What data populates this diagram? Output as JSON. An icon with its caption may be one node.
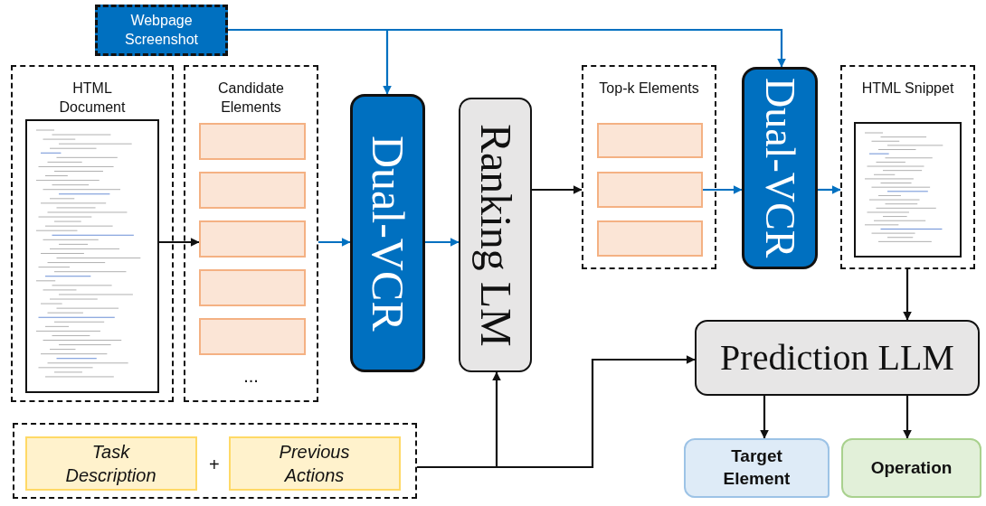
{
  "diagram": {
    "nodes": [
      {
        "text": [
          "Webpage Screenshot"
        ]
      },
      {
        "text": [
          "HTML Document"
        ]
      },
      {
        "text": [],
        "shape": "picture",
        "in": 1
      },
      {
        "text": [
          "Candidate Elements",
          "..."
        ]
      },
      {
        "text": [],
        "shape": "box",
        "in": 3
      },
      {
        "text": [],
        "shape": "box",
        "in": 3
      },
      {
        "text": [],
        "shape": "box",
        "in": 3
      },
      {
        "text": [],
        "shape": "box",
        "in": 3
      },
      {
        "text": [],
        "shape": "box",
        "in": 3
      },
      {
        "text": [
          "Dual-VCR"
        ]
      },
      {
        "text": [
          "Ranking LM"
        ]
      },
      {
        "text": [
          "Top-k Elements"
        ]
      },
      {
        "text": [],
        "shape": "box",
        "in": 11
      },
      {
        "text": [],
        "shape": "box",
        "in": 11
      },
      {
        "text": [],
        "shape": "box",
        "in": 11
      },
      {
        "text": [
          "Dual-VCR"
        ]
      },
      {
        "text": [
          "HTML Snippet"
        ]
      },
      {
        "text": [],
        "shape": "picture",
        "in": 16
      },
      {
        "text": [
          "Prediction LLM"
        ]
      },
      {
        "text": [],
        "shape": "box"
      },
      {
        "text": [
          "Task Description"
        ],
        "in": 19
      },
      {
        "text": [
          "Previous Actions"
        ],
        "in": 19
      },
      {
        "text": [
          "Target Element"
        ]
      },
      {
        "text": [
          "Operation"
        ]
      }
    ],
    "edges": [
      {
        "from": 0,
        "to": 9,
        "arrow": "to",
        "color": "#0070c0"
      },
      {
        "from": 0,
        "to": 15,
        "arrow": "to",
        "color": "#0070c0"
      },
      {
        "from": 2,
        "to": 6,
        "arrow": "to"
      },
      {
        "from": 3,
        "to": 9,
        "arrow": "to",
        "color": "#0070c0"
      },
      {
        "from": 9,
        "to": 10,
        "arrow": "to",
        "color": "#0070c0"
      },
      {
        "from": 10,
        "to": 11,
        "arrow": "to"
      },
      {
        "from": 13,
        "to": 15,
        "arrow": "to",
        "color": "#0070c0"
      },
      {
        "from": 15,
        "to": 16,
        "arrow": "to",
        "color": "#0070c0"
      },
      {
        "from": 16,
        "to": 18,
        "arrow": "to"
      },
      {
        "from": 19,
        "to": 10,
        "arrow": "to"
      },
      {
        "from": 19,
        "to": 18,
        "arrow": "to"
      },
      {
        "from": 18,
        "to": 22,
        "arrow": "to"
      },
      {
        "from": 18,
        "to": 23,
        "arrow": "to"
      }
    ],
    "labels": [
      "+"
    ]
  }
}
